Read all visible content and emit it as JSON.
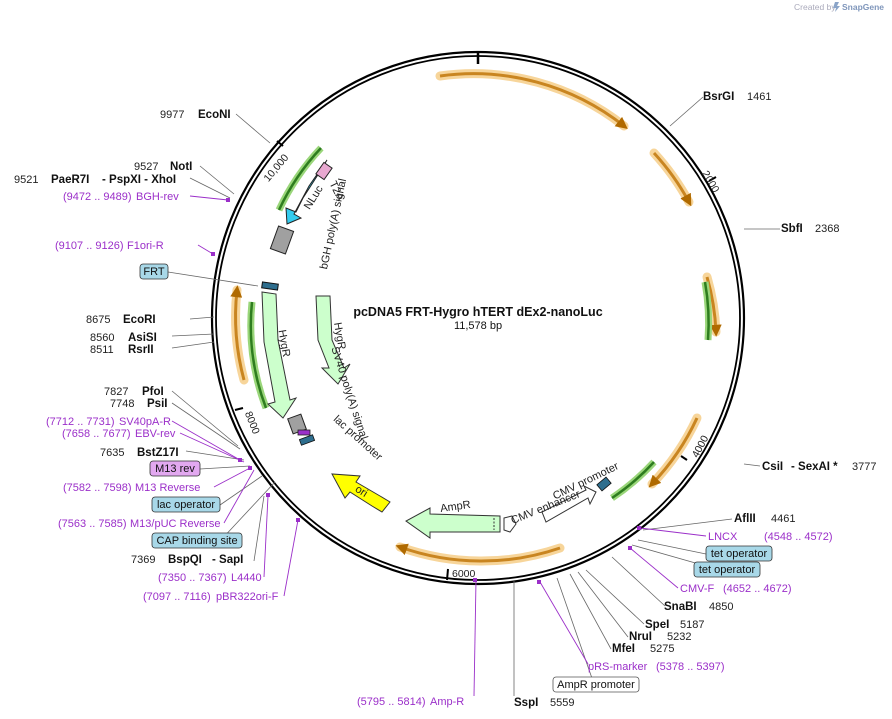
{
  "credit": {
    "created_by": "Created by",
    "brand": "SnapGene"
  },
  "plasmid": {
    "name": "pcDNA5 FRT-Hygro hTERT dEx2-nanoLuc",
    "length": "11,578 bp",
    "total_bp": 11578
  },
  "ticks": [
    {
      "pos": 2000,
      "label": "2000"
    },
    {
      "pos": 4000,
      "label": "4000"
    },
    {
      "pos": 6000,
      "label": "6000"
    },
    {
      "pos": 8000,
      "label": "8000"
    },
    {
      "pos": 10000,
      "label": "10,000"
    }
  ],
  "sites": [
    {
      "id": "econi",
      "name": "EcoNI",
      "pos": "9977"
    },
    {
      "id": "noti",
      "name": "NotI",
      "pos": "9527"
    },
    {
      "id": "paer7i",
      "name": "PaeR7I",
      "pos": "9521",
      "extra": "- PspXI - XhoI"
    },
    {
      "id": "ecori",
      "name": "EcoRI",
      "pos": "8675"
    },
    {
      "id": "asisi",
      "name": "AsiSI",
      "pos": "8560"
    },
    {
      "id": "rsrii",
      "name": "RsrII",
      "pos": "8511"
    },
    {
      "id": "pfoi",
      "name": "PfoI",
      "pos": "7827"
    },
    {
      "id": "psii",
      "name": "PsiI",
      "pos": "7748"
    },
    {
      "id": "bstz17i",
      "name": "BstZ17I",
      "pos": "7635"
    },
    {
      "id": "bspqi",
      "name": "BspQI",
      "pos": "7369",
      "extra": "- SapI"
    },
    {
      "id": "bsrgi",
      "name": "BsrGI",
      "pos": "1461"
    },
    {
      "id": "sbfi",
      "name": "SbfI",
      "pos": "2368"
    },
    {
      "id": "csii",
      "name": "CsiI",
      "pos": "3777",
      "extra": "- SexAI *"
    },
    {
      "id": "aflii",
      "name": "AflII",
      "pos": "4461"
    },
    {
      "id": "snabi",
      "name": "SnaBI",
      "pos": "4850"
    },
    {
      "id": "spei",
      "name": "SpeI",
      "pos": "5187"
    },
    {
      "id": "nrui",
      "name": "NruI",
      "pos": "5232"
    },
    {
      "id": "mfei",
      "name": "MfeI",
      "pos": "5275"
    },
    {
      "id": "sspi",
      "name": "SspI",
      "pos": "5559"
    }
  ],
  "primers": [
    {
      "id": "bgh-rev",
      "name": "BGH-rev",
      "range": "9472 .. 9489"
    },
    {
      "id": "f1ori-r",
      "name": "F1ori-R",
      "range": "9107 .. 9126"
    },
    {
      "id": "sv40pa-r",
      "name": "SV40pA-R",
      "range": "7712 .. 7731"
    },
    {
      "id": "ebv-rev",
      "name": "EBV-rev",
      "range": "7658 .. 7677"
    },
    {
      "id": "m13-reverse",
      "name": "M13 Reverse",
      "range": "7582 .. 7598"
    },
    {
      "id": "m13-puc-reverse",
      "name": "M13/pUC Reverse",
      "range": "7563 .. 7585"
    },
    {
      "id": "l4440",
      "name": "L4440",
      "range": "7350 .. 7367"
    },
    {
      "id": "pbr322ori-f",
      "name": "pBR322ori-F",
      "range": "7097 .. 7116"
    },
    {
      "id": "lncx",
      "name": "LNCX",
      "range": "4548 .. 4572"
    },
    {
      "id": "cmv-f",
      "name": "CMV-F",
      "range": "4652 .. 4672"
    },
    {
      "id": "prs-marker",
      "name": "pRS-marker",
      "range": "5378 .. 5397"
    },
    {
      "id": "amp-r",
      "name": "Amp-R",
      "range": "5795 .. 5814"
    }
  ],
  "boxes": [
    {
      "id": "frt",
      "label": "FRT",
      "fill": "#a8d8e8"
    },
    {
      "id": "m13-rev",
      "label": "M13 rev",
      "fill": "#e2a8f0"
    },
    {
      "id": "lac-operator",
      "label": "lac operator",
      "fill": "#a8d8e8"
    },
    {
      "id": "cap-binding-site",
      "label": "CAP binding site",
      "fill": "#a8d8e8"
    },
    {
      "id": "tet-operator-1",
      "label": "tet operator",
      "fill": "#a8d8e8"
    },
    {
      "id": "tet-operator-2",
      "label": "tet operator",
      "fill": "#a8d8e8"
    },
    {
      "id": "ampr-promoter",
      "label": "AmpR promoter",
      "fill": "#ffffff"
    }
  ],
  "features": {
    "nluc": "NLuc",
    "t2a": "T2A",
    "bgh_polya": "bGH poly(A) signal",
    "hygr_inner": "HygR",
    "hygr_outer": "HygR",
    "sv40_polya": "SV40 poly(A) signal",
    "lac_promoter": "lac promoter",
    "ori": "ori",
    "ampr": "AmpR",
    "cmv_enhancer": "CMV enhancer",
    "cmv_promoter": "CMV promoter"
  },
  "colors": {
    "orf": "#f0a030",
    "orf_glow": "#f7d59a",
    "green_orf": "#2ea52e",
    "nluc": "#33ccee",
    "hygr": "#ccffcc",
    "ori": "#ffff00",
    "polya": "#a0a0a0",
    "primer": "#9b2fc9",
    "t2a": "#e8a8d0",
    "frt_marker": "#2e6e8e"
  }
}
